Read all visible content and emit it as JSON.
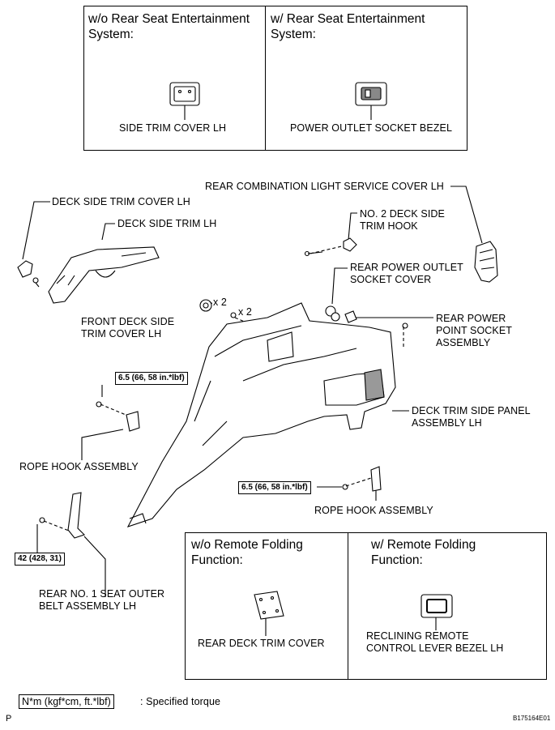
{
  "top_panel": {
    "left_header": "w/o Rear Seat Entertainment\nSystem:",
    "right_header": "w/ Rear Seat Entertainment\nSystem:",
    "left_part": "SIDE TRIM COVER LH",
    "right_part": "POWER OUTLET SOCKET BEZEL"
  },
  "labels": {
    "rear_combination_light_cover": "REAR COMBINATION LIGHT SERVICE COVER LH",
    "deck_side_trim_cover": "DECK SIDE TRIM COVER LH",
    "deck_side_trim": "DECK SIDE TRIM LH",
    "no2_deck_side_trim_hook": "NO. 2 DECK SIDE\nTRIM HOOK",
    "rear_power_outlet_socket_cover": "REAR POWER OUTLET\nSOCKET COVER",
    "front_deck_side_trim_cover": "FRONT DECK SIDE\nTRIM COVER LH",
    "qty_x2_a": "x 2",
    "qty_x2_b": "x 2",
    "rear_power_point_socket": "REAR POWER\nPOINT SOCKET\nASSEMBLY",
    "deck_trim_side_panel": "DECK TRIM SIDE PANEL\nASSEMBLY LH",
    "rope_hook_left": "ROPE HOOK ASSEMBLY",
    "rope_hook_right": "ROPE HOOK ASSEMBLY",
    "rear_no1_seat_outer_belt": "REAR NO. 1 SEAT OUTER\nBELT ASSEMBLY LH"
  },
  "torques": {
    "rope_hook_left": "6.5 (66, 58 in.*lbf)",
    "rope_hook_right": "6.5 (66, 58 in.*lbf)",
    "seat_belt": "42 (428, 31)"
  },
  "bottom_panel": {
    "left_header": "w/o Remote Folding\nFunction:",
    "right_header": "w/ Remote Folding\nFunction:",
    "left_part": "REAR DECK TRIM COVER",
    "right_part": "RECLINING REMOTE\nCONTROL LEVER BEZEL LH"
  },
  "legend": {
    "torque_box": "N*m (kgf*cm, ft.*lbf)",
    "text": ": Specified torque"
  },
  "footer": {
    "corner_mark": "P",
    "figure_code": "B175164E01"
  }
}
